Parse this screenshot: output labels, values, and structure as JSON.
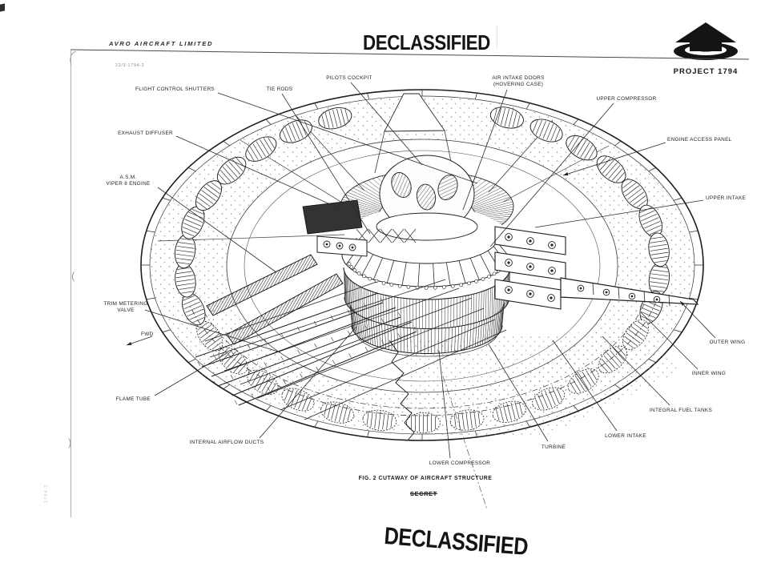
{
  "document": {
    "company": "AVRO AIRCRAFT LIMITED",
    "drawing_number": "22/3-1794-2",
    "stamp_top": "DECLASSIFIED",
    "stamp_bottom": "DECLASSIFIED",
    "project_badge": {
      "label": "PROJECT 1794",
      "icon": "arrow-over-saucer-logo"
    },
    "figure_caption": "FIG. 2 CUTAWAY OF AIRCRAFT STRUCTURE",
    "classification_struck": "SECRET",
    "margin_number": "1794-2",
    "diagram_labels": [
      {
        "id": "flight-control-shutters",
        "lines": [
          "FLIGHT CONTROL SHUTTERS"
        ]
      },
      {
        "id": "tie-rods",
        "lines": [
          "TIE RODS"
        ]
      },
      {
        "id": "pilots-cockpit",
        "lines": [
          "PILOTS COCKPIT"
        ]
      },
      {
        "id": "air-intake-doors",
        "lines": [
          "AIR INTAKE DOORS",
          "(HOVERING CASE)"
        ]
      },
      {
        "id": "upper-compressor",
        "lines": [
          "UPPER COMPRESSOR"
        ]
      },
      {
        "id": "engine-access-panel",
        "lines": [
          "ENGINE ACCESS PANEL"
        ]
      },
      {
        "id": "upper-intake",
        "lines": [
          "UPPER INTAKE"
        ]
      },
      {
        "id": "exhaust-diffuser",
        "lines": [
          "EXHAUST DIFFUSER"
        ]
      },
      {
        "id": "asm-viper-engine",
        "lines": [
          "A.S.M.",
          "VIPER 8 ENGINE"
        ]
      },
      {
        "id": "trim-metering-valve",
        "lines": [
          "TRIM METERING",
          "VALVE"
        ]
      },
      {
        "id": "fwd",
        "lines": [
          "FWD"
        ]
      },
      {
        "id": "flame-tube",
        "lines": [
          "FLAME TUBE"
        ]
      },
      {
        "id": "internal-airflow-ducts",
        "lines": [
          "INTERNAL AIRFLOW DUCTS"
        ]
      },
      {
        "id": "lower-compressor",
        "lines": [
          "LOWER COMPRESSOR"
        ]
      },
      {
        "id": "turbine",
        "lines": [
          "TURBINE"
        ]
      },
      {
        "id": "lower-intake",
        "lines": [
          "LOWER INTAKE"
        ]
      },
      {
        "id": "integral-fuel-tanks",
        "lines": [
          "INTEGRAL FUEL TANKS"
        ]
      },
      {
        "id": "inner-wing",
        "lines": [
          "INNER WING"
        ]
      },
      {
        "id": "outer-wing",
        "lines": [
          "OUTER WING"
        ]
      }
    ]
  },
  "colors": {
    "ink": "#1d1d1d",
    "light_ink": "#555555",
    "stipple": "#8f8f8f",
    "stamp": "#141414"
  }
}
